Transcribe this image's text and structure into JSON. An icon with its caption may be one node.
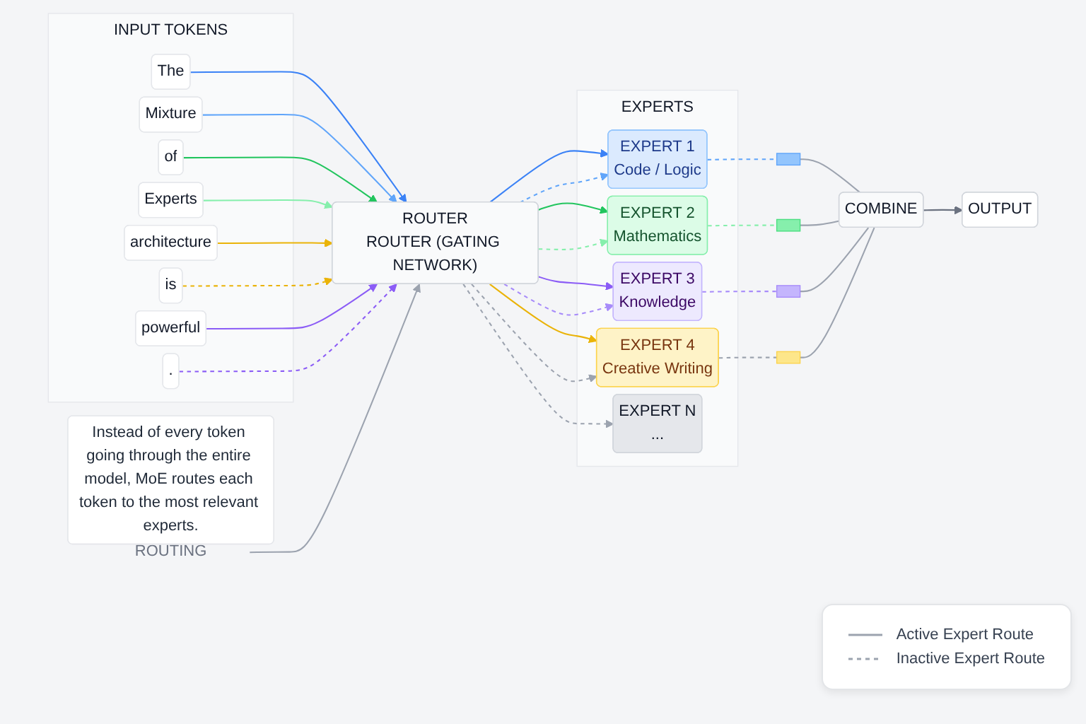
{
  "diagram": {
    "nodes": [
      {
        "text": [
          "INPUT TOKENS"
        ]
      },
      {
        "text": [
          "The"
        ],
        "in": 0
      },
      {
        "text": [
          "Mixture"
        ],
        "in": 0
      },
      {
        "text": [
          "of"
        ],
        "in": 0
      },
      {
        "text": [
          "Experts"
        ],
        "in": 0
      },
      {
        "text": [
          "architecture"
        ],
        "in": 0
      },
      {
        "text": [
          "is"
        ],
        "in": 0
      },
      {
        "text": [
          "powerful"
        ],
        "in": 0
      },
      {
        "text": [
          "."
        ],
        "in": 0
      },
      {
        "text": [
          "ROUTER",
          "ROUTER (GATING NETWORK)"
        ]
      },
      {
        "text": [
          "ROUTING"
        ]
      },
      {
        "text": [
          "EXPERTS"
        ]
      },
      {
        "text": [
          "EXPERT 1",
          "Code / Logic"
        ],
        "in": 11
      },
      {
        "text": [
          "EXPERT 2",
          "Mathematics"
        ],
        "in": 11
      },
      {
        "text": [
          "EXPERT 3",
          "Knowledge"
        ],
        "in": 11
      },
      {
        "text": [
          "EXPERT 4",
          "Creative Writing"
        ],
        "in": 11
      },
      {
        "text": [
          "EXPERT N",
          "..."
        ],
        "in": 11
      },
      {
        "text": [],
        "shape": "box"
      },
      {
        "text": [],
        "shape": "box"
      },
      {
        "text": [],
        "shape": "box"
      },
      {
        "text": [],
        "shape": "box"
      },
      {
        "text": [
          "COMBINE"
        ]
      },
      {
        "text": [
          "OUTPUT"
        ]
      },
      {
        "text": [
          "Instead of every token going through the entire model, MoE routes each token to the most relevant experts."
        ]
      }
    ],
    "edges": [
      {
        "from": 1,
        "to": 9,
        "arrow": "to",
        "color": "#3b82f6"
      },
      {
        "from": 2,
        "to": 9,
        "arrow": "to",
        "color": "#60a5fa"
      },
      {
        "from": 3,
        "to": 9,
        "arrow": "to",
        "color": "#22c55e"
      },
      {
        "from": 4,
        "to": 9,
        "arrow": "to",
        "color": "#86efac"
      },
      {
        "from": 5,
        "to": 9,
        "arrow": "to",
        "color": "#eab308"
      },
      {
        "from": 6,
        "to": 9,
        "arrow": "to",
        "style": "dashed",
        "color": "#eab308"
      },
      {
        "from": 7,
        "to": 9,
        "arrow": "to",
        "color": "#8b5cf6"
      },
      {
        "from": 8,
        "to": 9,
        "arrow": "to",
        "style": "dashed",
        "color": "#8b5cf6"
      },
      {
        "from": 10,
        "to": 9,
        "arrow": "to",
        "color": "#9ca3af"
      },
      {
        "from": 9,
        "to": 12,
        "arrow": "to",
        "color": "#3b82f6"
      },
      {
        "from": 9,
        "to": 12,
        "arrow": "to",
        "style": "dashed",
        "color": "#60a5fa"
      },
      {
        "from": 9,
        "to": 13,
        "arrow": "to",
        "color": "#22c55e"
      },
      {
        "from": 9,
        "to": 13,
        "arrow": "to",
        "style": "dashed",
        "color": "#86efac"
      },
      {
        "from": 9,
        "to": 14,
        "arrow": "to",
        "color": "#8b5cf6"
      },
      {
        "from": 9,
        "to": 14,
        "arrow": "to",
        "style": "dashed",
        "color": "#a78bfa"
      },
      {
        "from": 9,
        "to": 15,
        "arrow": "to",
        "color": "#eab308"
      },
      {
        "from": 9,
        "to": 15,
        "arrow": "to",
        "style": "dashed",
        "color": "#9ca3af"
      },
      {
        "from": 9,
        "to": 16,
        "arrow": "to",
        "style": "dashed",
        "color": "#9ca3af"
      },
      {
        "from": 12,
        "to": 17,
        "arrow": "none",
        "style": "dashed",
        "color": "#60a5fa"
      },
      {
        "from": 13,
        "to": 18,
        "arrow": "none",
        "style": "dashed",
        "color": "#86efac"
      },
      {
        "from": 14,
        "to": 19,
        "arrow": "none",
        "style": "dashed",
        "color": "#a78bfa"
      },
      {
        "from": 15,
        "to": 20,
        "arrow": "none",
        "style": "dashed",
        "color": "#9ca3af"
      },
      {
        "from": 17,
        "to": 21,
        "arrow": "none",
        "color": "#9ca3af"
      },
      {
        "from": 18,
        "to": 21,
        "arrow": "none",
        "color": "#9ca3af"
      },
      {
        "from": 19,
        "to": 21,
        "arrow": "none",
        "color": "#9ca3af"
      },
      {
        "from": 20,
        "to": 21,
        "arrow": "none",
        "color": "#9ca3af"
      },
      {
        "from": 21,
        "to": 22,
        "arrow": "to",
        "color": "#6b7280"
      }
    ],
    "legend": [
      {
        "text": "Active Expert Route"
      },
      {
        "text": "Inactive Expert Route"
      }
    ]
  }
}
